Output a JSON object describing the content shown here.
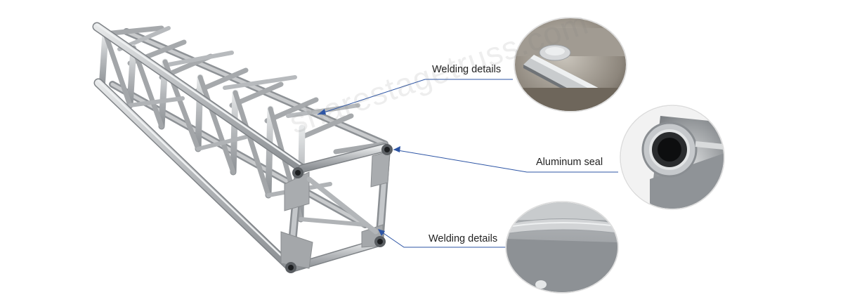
{
  "callouts": [
    {
      "label": "Welding details"
    },
    {
      "label": "Aluminum seal"
    },
    {
      "label": "Welding details"
    }
  ],
  "watermark": "sharestagetruss.com",
  "colors": {
    "leader_line": "#2d55a5",
    "truss_metal": "#b9bcbf"
  }
}
